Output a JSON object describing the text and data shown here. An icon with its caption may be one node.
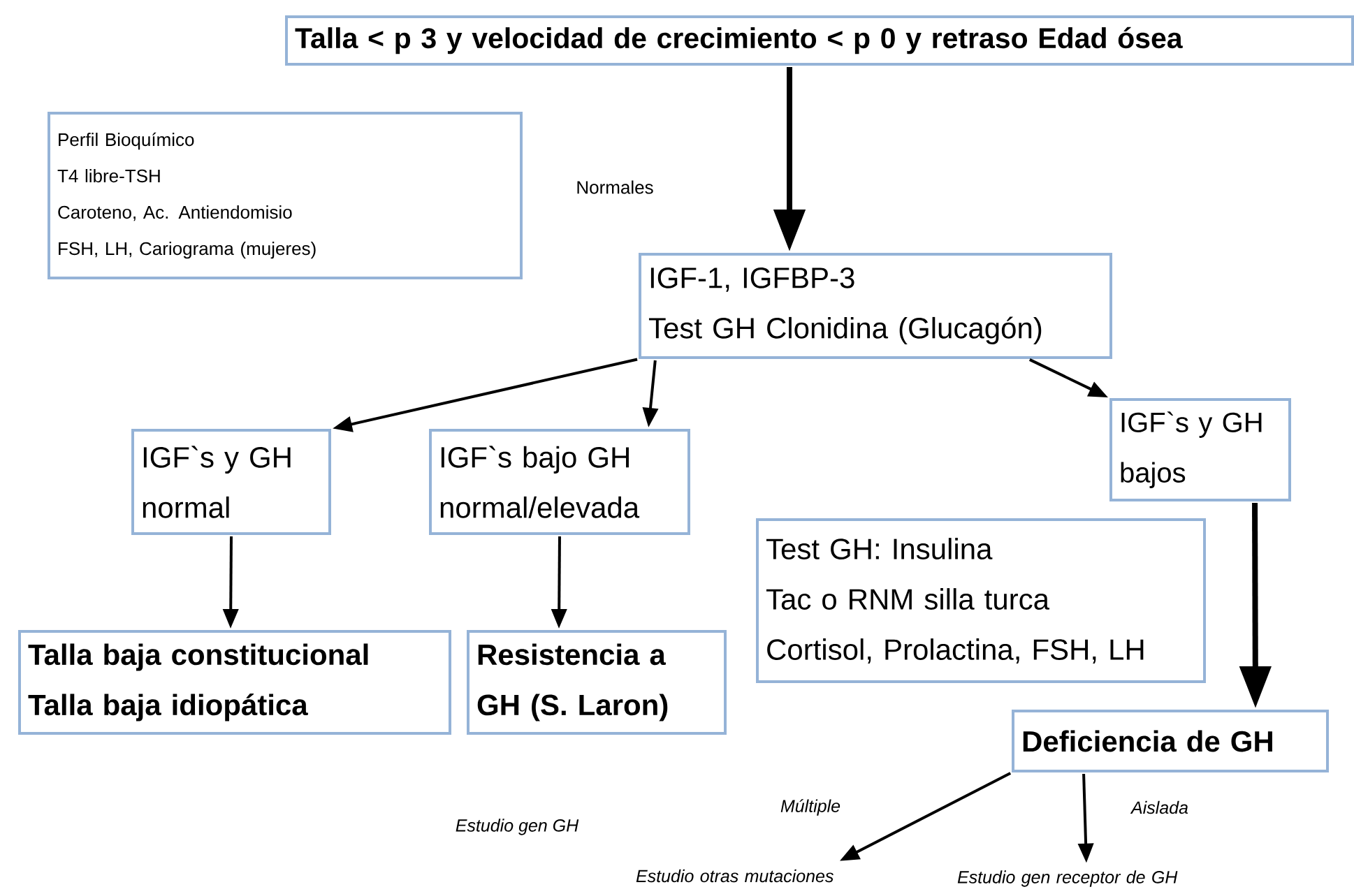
{
  "diagram": {
    "nodes": [
      {
        "text": [
          "Talla < p 3 y velocidad de crecimiento < p 0 y retraso Edad ósea"
        ]
      },
      {
        "text": [
          "Perfil Bioquímico",
          "T4 libre-TSH",
          "Caroteno, Ac. Antiendomisio",
          "FSH, LH, Cariograma (mujeres)"
        ]
      },
      {
        "text": [
          "IGF-1, IGFBP-3",
          "Test GH Clonidina (Glucagón)"
        ]
      },
      {
        "text": [
          "IGF`s y GH normal"
        ]
      },
      {
        "text": [
          "IGF`s bajo GH normal/elevada"
        ]
      },
      {
        "text": [
          "IGF`s y GH bajos"
        ]
      },
      {
        "text": [
          "Test GH: Insulina",
          "Tac o RNM silla turca",
          "Cortisol, Prolactina, FSH, LH"
        ]
      },
      {
        "text": [
          "Talla baja constitucional",
          "Talla baja idiopática"
        ]
      },
      {
        "text": [
          "Resistencia a GH (S. Laron)"
        ]
      },
      {
        "text": [
          "Deficiencia de GH"
        ]
      },
      {
        "text": [
          "Estudio otras mutaciones"
        ]
      },
      {
        "text": [
          "Estudio gen receptor de GH"
        ]
      }
    ],
    "edges": [
      {
        "from": 0,
        "to": 2,
        "arrow": "to",
        "style": "thick"
      },
      {
        "from": 2,
        "to": 3,
        "arrow": "to"
      },
      {
        "from": 2,
        "to": 4,
        "arrow": "to"
      },
      {
        "from": 2,
        "to": 5,
        "arrow": "to"
      },
      {
        "from": 3,
        "to": 7,
        "arrow": "to"
      },
      {
        "from": 4,
        "to": 8,
        "arrow": "to"
      },
      {
        "from": 5,
        "to": 9,
        "arrow": "to",
        "style": "thick"
      },
      {
        "from": 9,
        "to": 10,
        "arrow": "to",
        "label": "Múltiple"
      },
      {
        "from": 9,
        "to": 11,
        "arrow": "to",
        "label": "Aislada"
      }
    ],
    "labels": [
      "Normales",
      "Estudio gen GH"
    ]
  }
}
